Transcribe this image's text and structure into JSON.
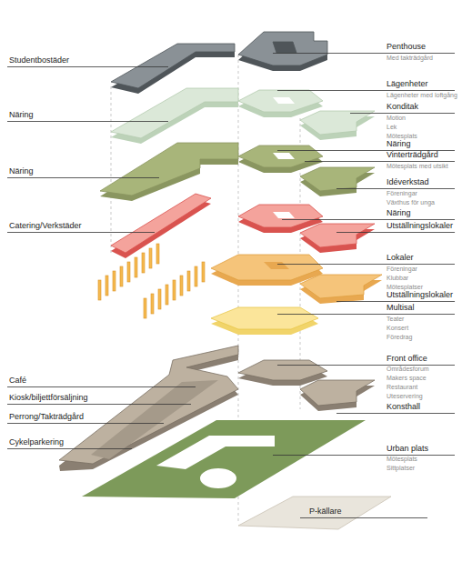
{
  "diagram": {
    "labels": [
      "Penthouse",
      "Med takträdgård",
      "Studentbostäder",
      "Lägenheter",
      "Lägenheter med loftgång",
      "Konditak",
      "Motion",
      "Näring",
      "Lek",
      "Mötesplats",
      "Näring",
      "Vinterträdgård",
      "Mötesplats med utsikt",
      "Näring",
      "Idéverkstad",
      "Föreningar",
      "Växthus för unga",
      "Näring",
      "Catering/Verkstäder",
      "Utställningslokaler",
      "Lokaler",
      "Föreningar",
      "Klubbar",
      "Mötesplatser",
      "Utställningslokaler",
      "Multisal",
      "Teater",
      "Konsert",
      "Föredrag",
      "Front office",
      "Områdesforum",
      "Makers space",
      "Café",
      "Restaurant",
      "Uteservering",
      "Kiosk/biljettförsäljning",
      "Konsthall",
      "Perrong/Takträdgård",
      "Cykelparkering",
      "Urban plats",
      "Mötesplats",
      "Sittplatser",
      "P-källare"
    ]
  }
}
